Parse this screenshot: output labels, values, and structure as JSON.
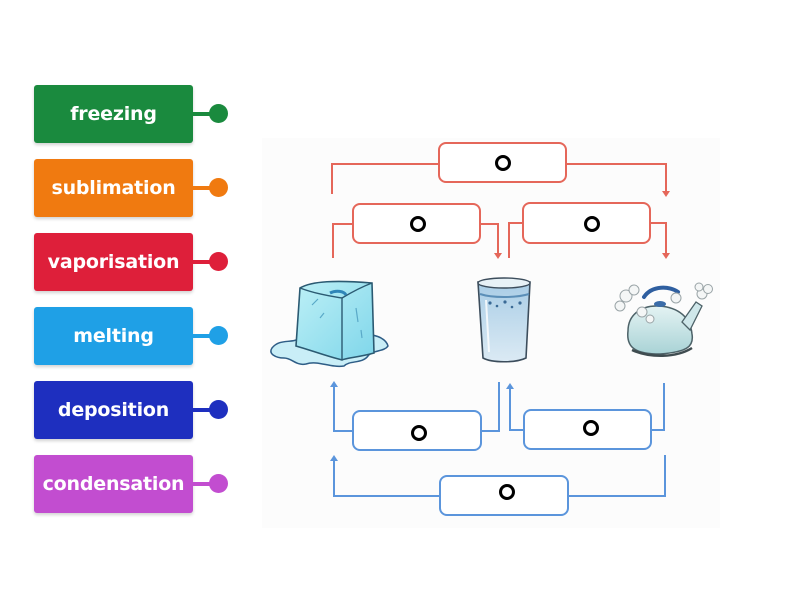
{
  "labels": [
    {
      "text": "freezing",
      "color": "#1a8a3e"
    },
    {
      "text": "sublimation",
      "color": "#f07a10"
    },
    {
      "text": "vaporisation",
      "color": "#de1f3a"
    },
    {
      "text": "melting",
      "color": "#1fa0e6"
    },
    {
      "text": "deposition",
      "color": "#1e2fbf"
    },
    {
      "text": "condensation",
      "color": "#c24dd0"
    }
  ],
  "diagram": {
    "states": [
      "ice (solid)",
      "water (liquid)",
      "steam (gas)"
    ],
    "heating_color": "#e5675a",
    "cooling_color": "#5b95dc",
    "heating_targets": [
      "solid-to-gas",
      "solid-to-liquid",
      "liquid-to-gas"
    ],
    "cooling_targets": [
      "liquid-to-solid",
      "gas-to-liquid",
      "gas-to-solid"
    ]
  }
}
